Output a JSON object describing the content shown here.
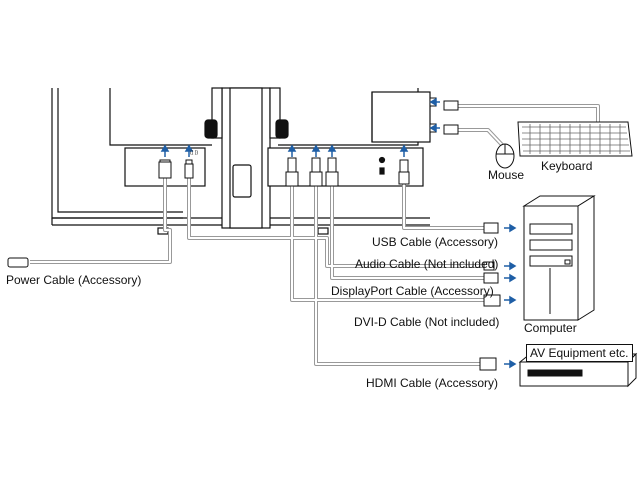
{
  "labels": {
    "power_cable": "Power Cable (Accessory)",
    "usb_cable": "USB Cable (Accessory)",
    "audio_cable": "Audio Cable (Not included)",
    "displayport_cable": "DisplayPort Cable (Accessory)",
    "dvid_cable": "DVI-D Cable (Not included)",
    "hdmi_cable": "HDMI Cable (Accessory)",
    "mouse": "Mouse",
    "keyboard": "Keyboard",
    "computer": "Computer",
    "av_equipment": "AV Equipment etc."
  },
  "port_marks": {
    "ac_in": "",
    "audio_in": "(( ))"
  },
  "colors": {
    "line": "#111111",
    "cable": "#999999",
    "arrow": "#1f5fa6"
  }
}
